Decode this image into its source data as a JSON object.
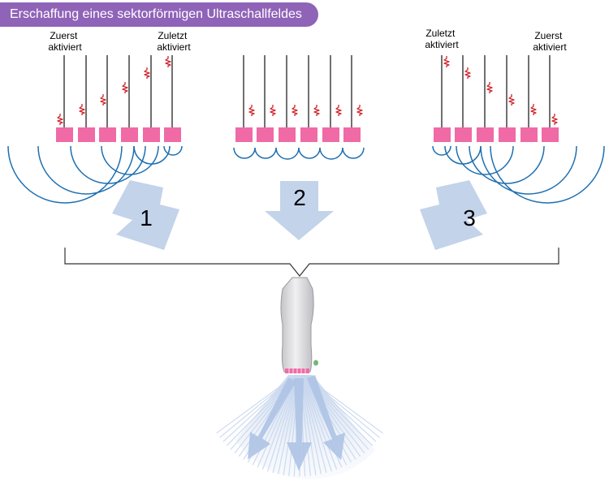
{
  "title": "Erschaffung eines sektorförmigen Ultraschallfeldes",
  "panels": [
    {
      "number": "1",
      "left_label": [
        "Zuerst",
        "aktiviert"
      ],
      "right_label": [
        "Zuletzt",
        "aktiviert"
      ]
    },
    {
      "number": "2"
    },
    {
      "number": "3",
      "left_label": [
        "Zuletzt",
        "aktiviert"
      ],
      "right_label": [
        "Zuerst",
        "aktiviert"
      ]
    }
  ],
  "colors": {
    "title_bg": "#8f63b8",
    "element": "#f06aa6",
    "pulse": "#d2232a",
    "wave": "#1e6fb0",
    "arrow": "#c2d3ea",
    "probe": "#d8d8da"
  },
  "icons": [
    "pulse-icon",
    "direction-arrow-icon",
    "bracket-icon",
    "probe-icon",
    "beam-sector-icon"
  ]
}
